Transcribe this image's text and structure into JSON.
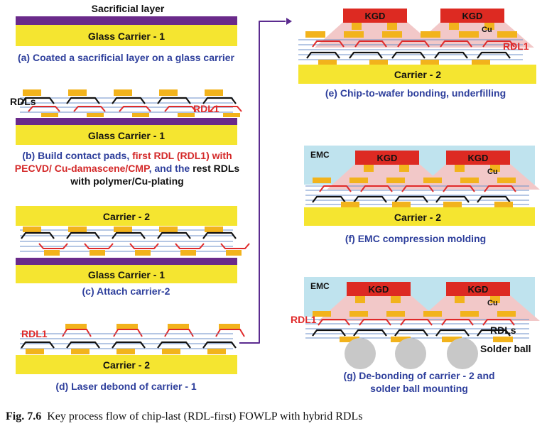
{
  "labels": {
    "sacrificial_layer": "Sacrificial layer",
    "glass_carrier": "Glass Carrier - 1",
    "carrier2": "Carrier - 2",
    "rdl1": "RDL1",
    "rdls": "RDLs",
    "kgd": "KGD",
    "cu": "Cu",
    "emc": "EMC",
    "solder_ball": "Solder ball"
  },
  "captions": {
    "a": "(a) Coated a sacrificial layer on a glass carrier",
    "b_part1": "(b) Build contact pads, ",
    "b_part2": "first RDL (RDL1) with PECVD/ Cu-damascene/CMP",
    "b_part3": ", and the ",
    "b_part4": "rest RDLs with polymer/Cu-plating",
    "c": "(c) Attach carrier-2",
    "d": "(d) Laser debond of carrier - 1",
    "e": "(e) Chip-to-wafer bonding, underfilling",
    "f": "(f) EMC compression molding",
    "g": "(g) De-bonding of carrier - 2 and solder ball mounting"
  },
  "figure_caption": {
    "number": "Fig. 7.6",
    "text": "Key process flow of chip-last (RDL-first) FOWLP with hybrid RDLs"
  },
  "colors": {
    "carrier_yellow": "#f5e530",
    "sacrificial_purple": "#6a2a8a",
    "pad_orange": "#f2b31c",
    "kgd_red": "#dd2a22",
    "underfill_pink": "#f2c8c8",
    "emc_blue": "#bfe3ee",
    "rdl1_red": "#e02a2a",
    "trace_black": "#111111",
    "solder_gray": "#c8c8c8",
    "arrow_purple": "#5b2b8f"
  }
}
